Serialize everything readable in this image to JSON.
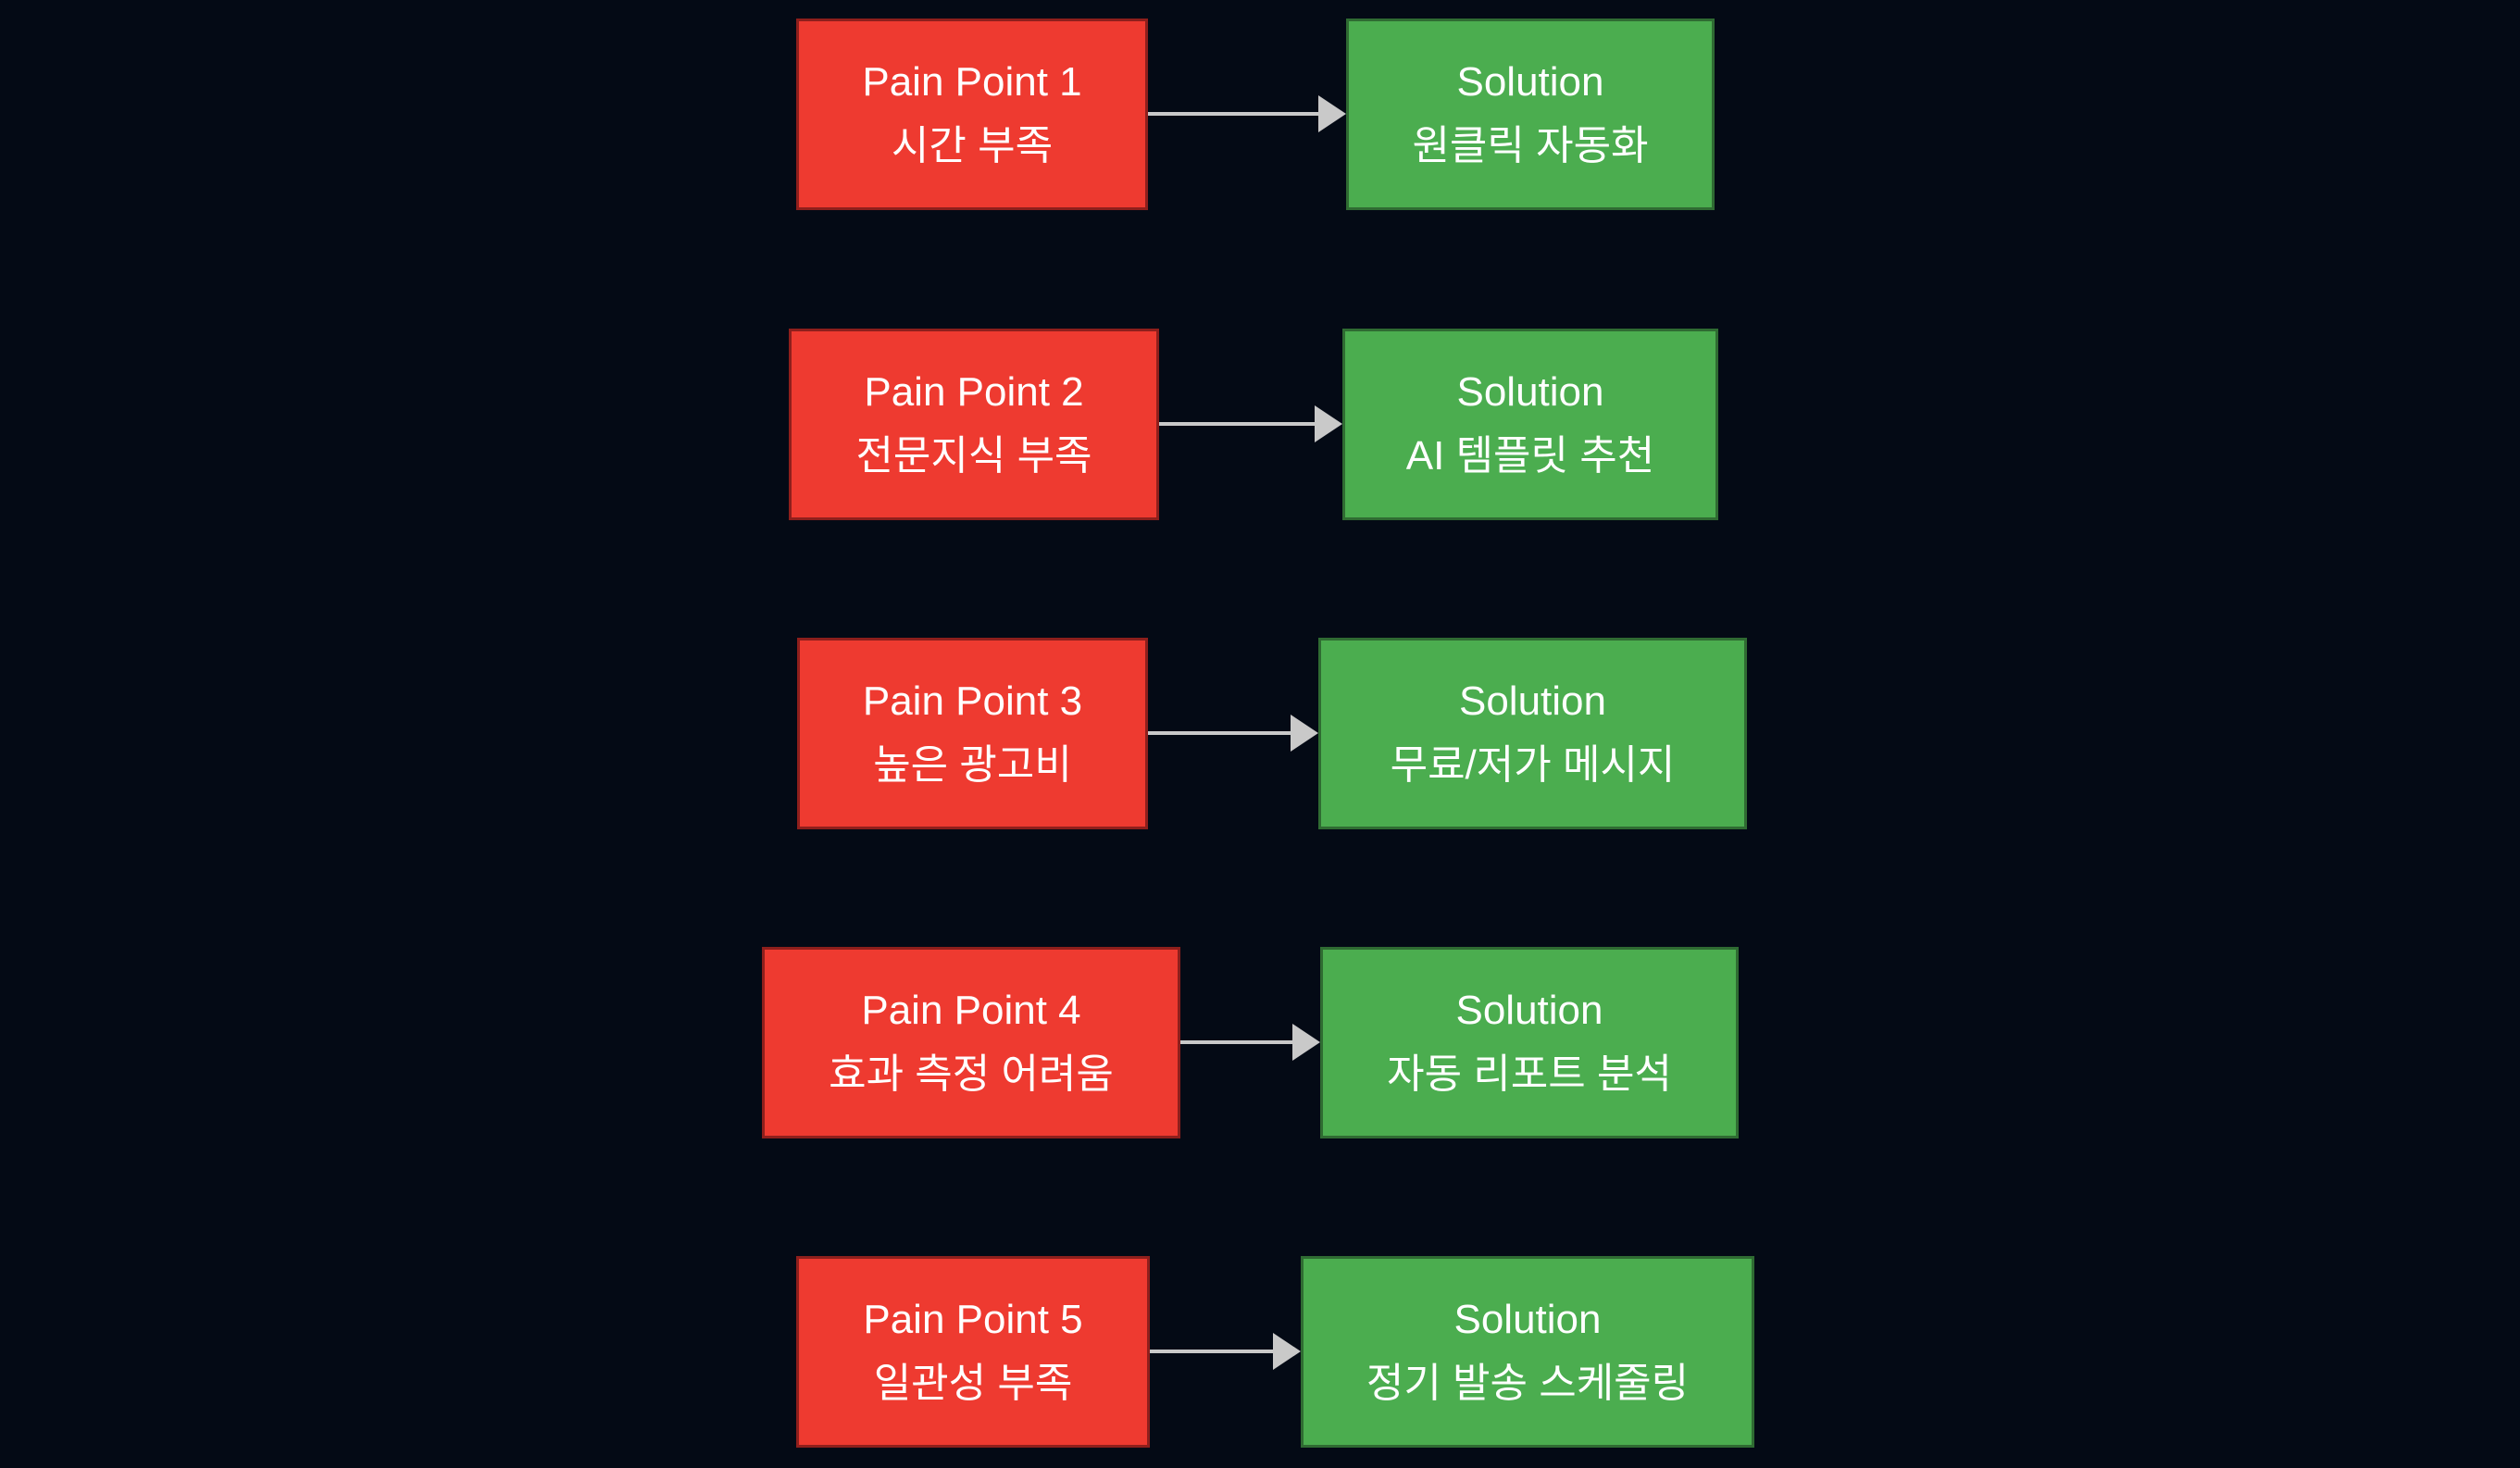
{
  "diagram_type": "pain-point-to-solution-flow",
  "colors": {
    "background": "#040a15",
    "pain_fill": "#ee3a30",
    "pain_border": "#8e1f1c",
    "solution_fill": "#4bad4f",
    "solution_border": "#2f6b32",
    "arrow": "#c9c9c9",
    "text": "#ffffff"
  },
  "rows": [
    {
      "pain_title": "Pain Point 1",
      "pain_detail": "시간 부족",
      "solution_title": "Solution",
      "solution_detail": "원클릭 자동화"
    },
    {
      "pain_title": "Pain Point 2",
      "pain_detail": "전문지식 부족",
      "solution_title": "Solution",
      "solution_detail": "AI 템플릿 추천"
    },
    {
      "pain_title": "Pain Point 3",
      "pain_detail": "높은 광고비",
      "solution_title": "Solution",
      "solution_detail": "무료/저가 메시지"
    },
    {
      "pain_title": "Pain Point 4",
      "pain_detail": "효과 측정 어려움",
      "solution_title": "Solution",
      "solution_detail": "자동 리포트 분석"
    },
    {
      "pain_title": "Pain Point 5",
      "pain_detail": "일관성 부족",
      "solution_title": "Solution",
      "solution_detail": "정기 발송 스케줄링"
    }
  ]
}
